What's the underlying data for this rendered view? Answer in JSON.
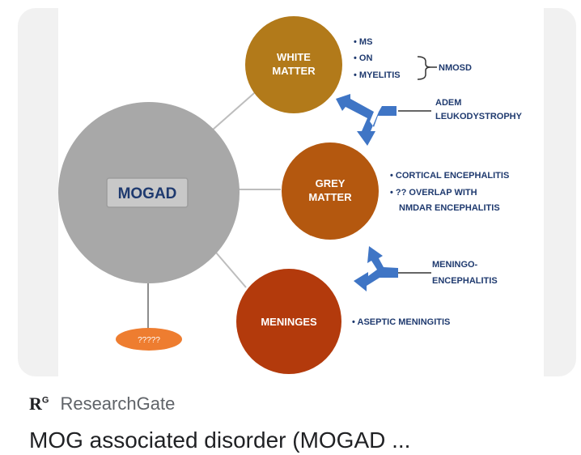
{
  "diagram": {
    "center": "MOGAD",
    "unknown": "?????",
    "nodes": {
      "white": {
        "line1": "WHITE",
        "line2": "MATTER"
      },
      "grey": {
        "line1": "GREY",
        "line2": "MATTER"
      },
      "meninges": {
        "label": "MENINGES"
      }
    },
    "white_list": [
      "MS",
      "ON",
      "MYELITIS"
    ],
    "nmosd": "NMOSD",
    "adem_1": "ADEM",
    "adem_2": "LEUKODYSTROPHY",
    "grey_list": [
      "CORTICAL ENCEPHALITIS",
      "?? OVERLAP WITH",
      "NMDAR ENCEPHALITIS"
    ],
    "meningo_1": "MENINGO-",
    "meningo_2": "ENCEPHALITIS",
    "meninges_list": [
      "ASEPTIC MENINGITIS"
    ],
    "colors": {
      "white": "#b27a1a",
      "grey": "#b4580f",
      "meninges": "#b33a0c",
      "center": "#a8a8a8",
      "unknown": "#ee7d30",
      "arrow": "#3f75c5",
      "text": "#1f3a6f"
    }
  },
  "source": {
    "logo": "R",
    "logo_sup": "G",
    "name": "ResearchGate"
  },
  "title": "MOG associated disorder (MOGAD ..."
}
